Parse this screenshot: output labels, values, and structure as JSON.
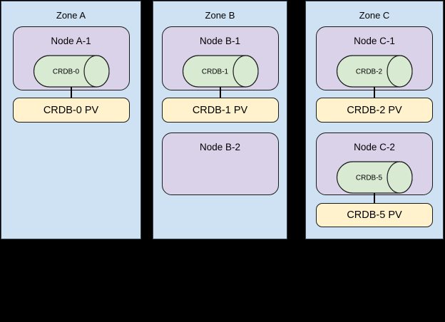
{
  "colors": {
    "canvas_background": "#000000",
    "zone_fill": "#cfe2f3",
    "zone_border": "#38424c",
    "node_fill": "#d9d2e9",
    "database_fill": "#d9ead3",
    "pv_fill": "#fff2cc",
    "shape_border": "#1a1a1a",
    "connector": "#000000",
    "text": "#000000"
  },
  "zones": [
    {
      "label": "Zone A",
      "nodes": [
        {
          "label": "Node A-1",
          "db": "CRDB-0",
          "pv": "CRDB-0 PV"
        }
      ]
    },
    {
      "label": "Zone B",
      "nodes": [
        {
          "label": "Node B-1",
          "db": "CRDB-1",
          "pv": "CRDB-1 PV"
        },
        {
          "label": "Node B-2"
        }
      ]
    },
    {
      "label": "Zone C",
      "nodes": [
        {
          "label": "Node C-1",
          "db": "CRDB-2",
          "pv": "CRDB-2 PV"
        },
        {
          "label": "Node C-2",
          "db": "CRDB-5",
          "pv": "CRDB-5 PV"
        }
      ]
    }
  ]
}
